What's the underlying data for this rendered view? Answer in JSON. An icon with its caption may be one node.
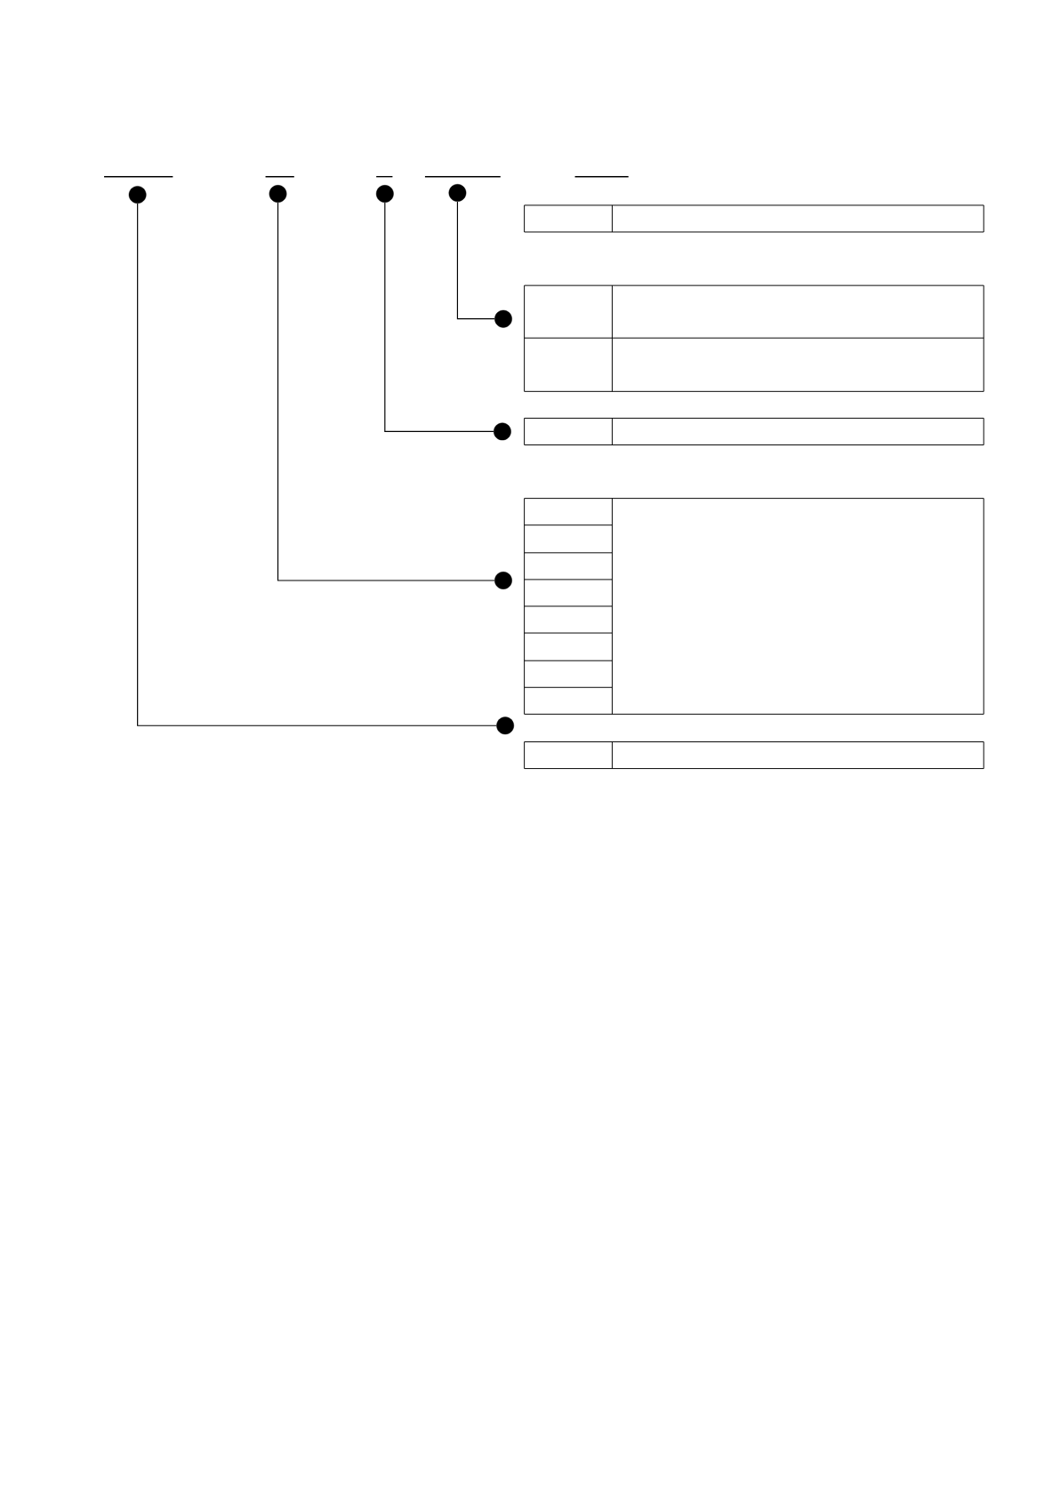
{
  "diagram": {
    "nodes": [
      {
        "text": [],
        "shape": "circle"
      },
      {
        "text": [],
        "shape": "circle"
      },
      {
        "text": [],
        "shape": "circle"
      },
      {
        "text": [],
        "shape": "circle"
      },
      {
        "text": [],
        "shape": "circle"
      },
      {
        "text": [],
        "shape": "circle"
      },
      {
        "text": [],
        "shape": "circle"
      },
      {
        "text": [],
        "shape": "circle"
      }
    ],
    "edges": [
      {
        "from": 3,
        "to": 4,
        "arrow": "none"
      },
      {
        "from": 2,
        "to": 5,
        "arrow": "none"
      },
      {
        "from": 1,
        "to": 6,
        "arrow": "none"
      },
      {
        "from": 0,
        "to": 7,
        "arrow": "none"
      }
    ]
  }
}
